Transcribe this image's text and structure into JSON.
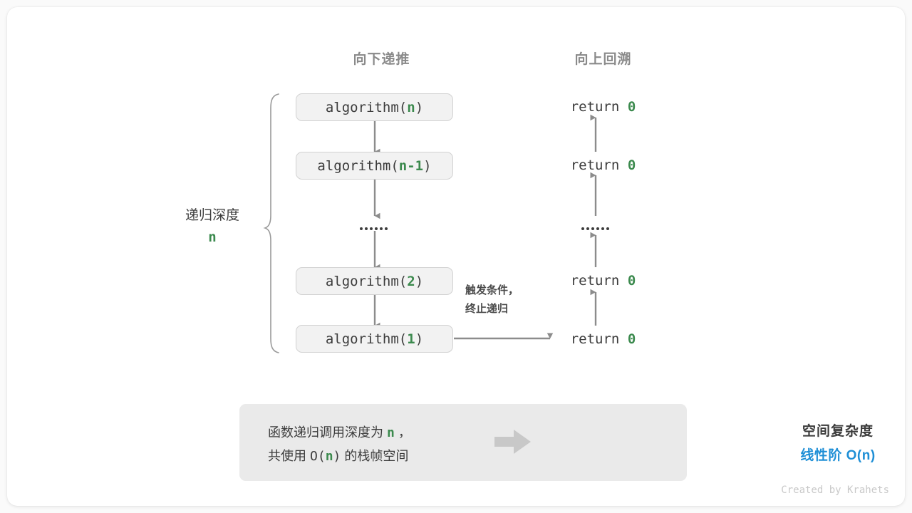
{
  "canvas": {
    "background": "#ffffff",
    "page_background": "#fafafa"
  },
  "colors": {
    "accent_green": "#3c8a4e",
    "accent_blue": "#1f8fd6",
    "text_dark": "#3c3c3c",
    "text_muted": "#8a8a8a",
    "box_fill": "#f2f2f2",
    "box_border": "#d2d2d2",
    "summary_fill": "#eaeaea",
    "arrow_gray": "#8c8c8c",
    "block_arrow_gray": "#c8c8c8"
  },
  "headers": {
    "left": "向下递推",
    "right": "向上回溯"
  },
  "depth": {
    "label": "递归深度",
    "value": "n"
  },
  "calls": [
    {
      "prefix": "algorithm(",
      "arg": "n",
      "suffix": ")"
    },
    {
      "prefix": "algorithm(",
      "arg": "n-1",
      "suffix": ")"
    },
    {
      "ellipsis": true,
      "dots": 6
    },
    {
      "prefix": "algorithm(",
      "arg": "2",
      "suffix": ")"
    },
    {
      "prefix": "algorithm(",
      "arg": "1",
      "suffix": ")"
    }
  ],
  "returns": [
    {
      "keyword": "return",
      "value": "0"
    },
    {
      "keyword": "return",
      "value": "0"
    },
    {
      "ellipsis": true,
      "dots": 6
    },
    {
      "keyword": "return",
      "value": "0"
    },
    {
      "keyword": "return",
      "value": "0"
    }
  ],
  "trigger_note": {
    "line1": "触发条件，",
    "line2": "终止递归"
  },
  "summary": {
    "left_line1_a": "函数递归调用深度为 ",
    "left_line1_n": "n",
    "left_line1_b": " ，",
    "left_line2_a": "共使用 ",
    "left_line2_o": "O(",
    "left_line2_n": "n",
    "left_line2_c": ")",
    "left_line2_b": " 的栈帧空间",
    "arrow_icon": "right-block-arrow-icon",
    "right_title": "空间复杂度",
    "right_value": "线性阶 O(n)"
  },
  "footer": "Created by Krahets"
}
